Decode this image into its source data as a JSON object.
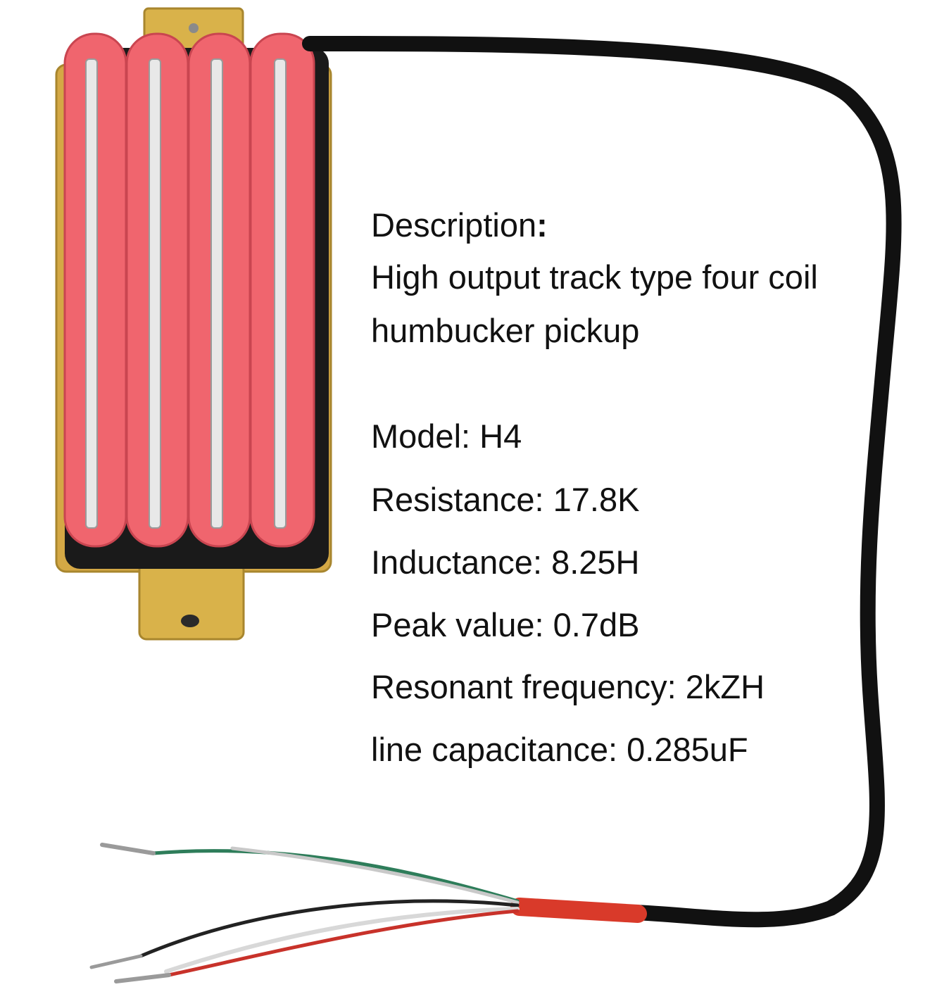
{
  "product": {
    "description_heading": "Description",
    "description_colon": ":",
    "description_line1": "High output track type four coil",
    "description_line2": "humbucker pickup",
    "specs": [
      {
        "label": "Model: H4"
      },
      {
        "label": "Resistance: 17.8K"
      },
      {
        "label": "Inductance: 8.25H"
      },
      {
        "label": "Peak value: 0.7dB"
      },
      {
        "label": "Resonant frequency: 2kZH"
      },
      {
        "label": "line capacitance: 0.285uF"
      }
    ]
  },
  "colors": {
    "background": "#ffffff",
    "coil_pink": "#f0656e",
    "coil_outline": "#c94550",
    "blade_silver": "#e8e8e8",
    "base_black": "#1a1a1a",
    "brass_plate": "#d9b24a",
    "cable_black": "#111111",
    "heat_shrink_red": "#d93a2a",
    "wire_green": "#2e7d5a",
    "wire_white": "#d8d8d8",
    "wire_black": "#222222",
    "wire_red": "#c8322a"
  }
}
